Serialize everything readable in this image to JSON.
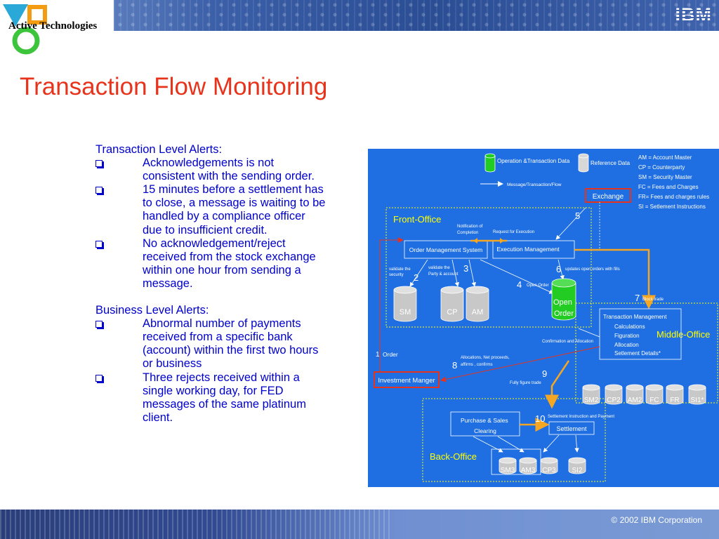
{
  "header": {
    "company": "Active Technologies",
    "brand": "IBM"
  },
  "page_title": "Transaction Flow Monitoring",
  "alerts": {
    "transaction_heading": "Transaction Level Alerts:",
    "transaction_items": [
      [
        "Acknowledgements is not",
        "consistent  with the sending order."
      ],
      [
        "15 minutes before a settlement has",
        "to close, a message is waiting to be",
        "handled by a compliance officer",
        "due to insufficient credit."
      ],
      [
        "No acknowledgement/reject",
        "received from the stock exchange",
        "within one hour from sending a",
        "message."
      ]
    ],
    "business_heading": "Business Level Alerts:",
    "business_items": [
      [
        "Abnormal number of payments",
        "received from a specific bank",
        "(account) within the first two hours",
        "or business"
      ],
      [
        "Three rejects received within a",
        "single working day, for FED",
        "messages of the same platinum",
        "client."
      ]
    ]
  },
  "diagram": {
    "legend": {
      "operation_data": "Operation &Transaction Data",
      "reference_data": "Reference Data",
      "flow": "Message/Transaction/Flow",
      "abbreviations": [
        "AM = Account Master",
        "CP = Counterparty",
        "SM = Security Master",
        "FC = Fees and Charges",
        "FR= Fees and charges rules",
        "SI = Setlement Instructions"
      ]
    },
    "exchange": "Exchange",
    "front_office": "Front-Office",
    "middle_office": "Middle-Office",
    "back_office": "Back-Office",
    "oms": "Order Management System",
    "execution": "Execution  Management",
    "notification_of_completion": [
      "Notification of",
      "Completion"
    ],
    "request_for_execution": "Request for Execution",
    "validate_security": [
      "validate the",
      "security"
    ],
    "validate_party": [
      "validate the",
      "Party & account"
    ],
    "open_order_db": [
      "Open",
      "Order"
    ],
    "open_order_label": "Open Order",
    "updates_label": "updates open orders with fills",
    "block_trade": "Block trade",
    "transaction_mgmt": [
      "Transaction Management",
      "Calculations",
      "Figuration",
      "Allocation",
      "Setlement Details*"
    ],
    "confirmation": "Confirmation and Allocation",
    "order": "Order",
    "allocations": [
      "Allocations, Net proceeds,",
      "affirms , confirms"
    ],
    "investment_manager": "Investment Manger",
    "fully_figure": "Fully figure trade",
    "purchase_sales": [
      "Purchase & Sales",
      "Clearing"
    ],
    "settlement_instruction": "Settlement Instruction and Payment",
    "settlement": "Settlement",
    "step_numbers": [
      "1",
      "2",
      "3",
      "4",
      "5",
      "6",
      "7",
      "8",
      "9",
      "10"
    ],
    "front_dbs": [
      "SM",
      "CP",
      "AM"
    ],
    "middle_dbs": [
      "SM2",
      "CP2",
      "AM2",
      "FC",
      "FR",
      "SI1*"
    ],
    "back_dbs": [
      "SM3",
      "AM3",
      "CP3",
      "SI2"
    ],
    "colors": {
      "background": "#1f6fe3",
      "orange": "#f5a623",
      "red": "#e8331c",
      "green": "#22cc22",
      "yellow": "#ffff00"
    }
  },
  "footer": {
    "copyright": "© 2002 IBM Corporation"
  }
}
